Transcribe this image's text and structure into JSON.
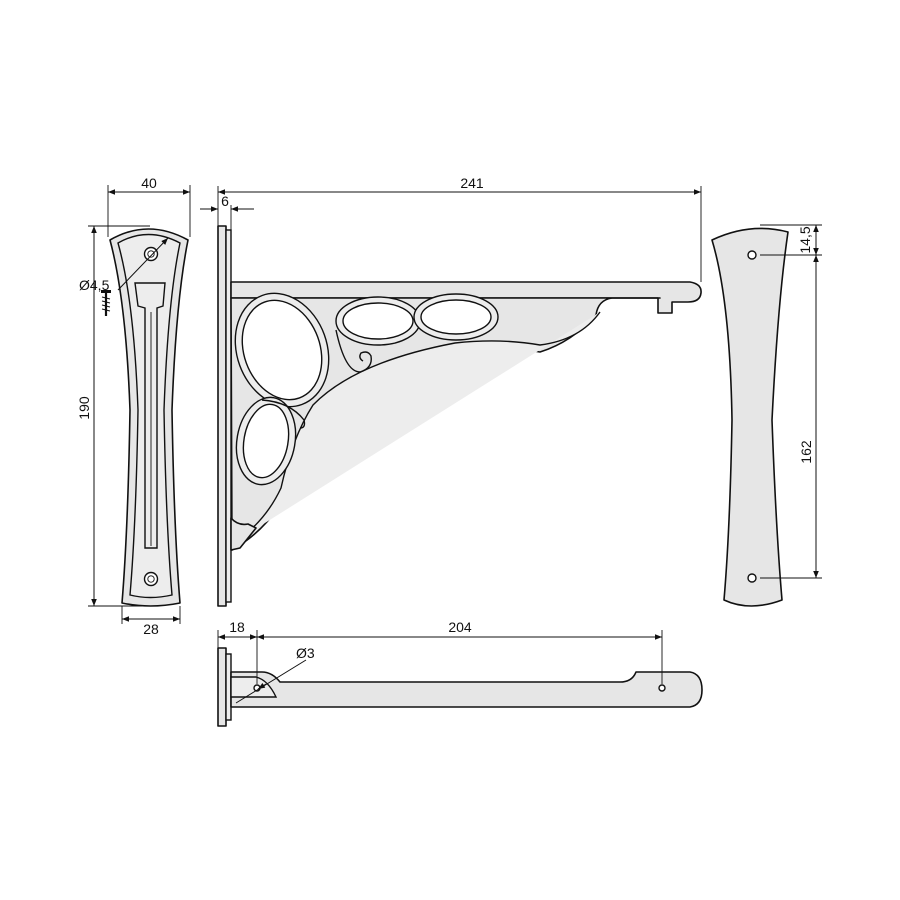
{
  "dimensions": {
    "front_width": "40",
    "front_height": "190",
    "front_bottom_width": "28",
    "screw_hole_diameter": "Ø4,5",
    "plate_thickness": "6",
    "side_length": "241",
    "back_top_offset": "14,5",
    "back_hole_spacing": "162",
    "top_plate_depth": "18",
    "top_arm_length": "204",
    "top_hole_diameter": "Ø3"
  },
  "icons": {
    "screw": "screw-icon"
  }
}
